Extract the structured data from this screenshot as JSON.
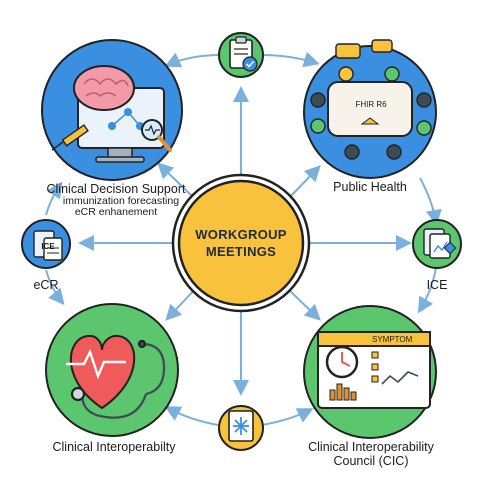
{
  "center": {
    "line1": "WORKGROUP",
    "line2": "MEETINGS"
  },
  "nodes": {
    "cds": {
      "title": "Clinical Decision Support",
      "sub1": "immunization forecasting",
      "sub2": "eCR enhanement"
    },
    "public_health": {
      "title": "Public Health",
      "table_label": "FHIR R6"
    },
    "ecr": {
      "title": "eCR",
      "badge": "ICE"
    },
    "ice": {
      "title": "ICE"
    },
    "clinical_interop": {
      "title": "Clinical Interoperabilty"
    },
    "cic": {
      "title1": "Clinical Interoperability",
      "title2": "Council (CIC)",
      "panel_header": "SYMPTOM"
    }
  },
  "colors": {
    "center_fill": "#f9c23c",
    "green": "#5cc66e",
    "blue": "#3b8fe0",
    "arrow": "#7ab0de",
    "outline": "#222222"
  }
}
